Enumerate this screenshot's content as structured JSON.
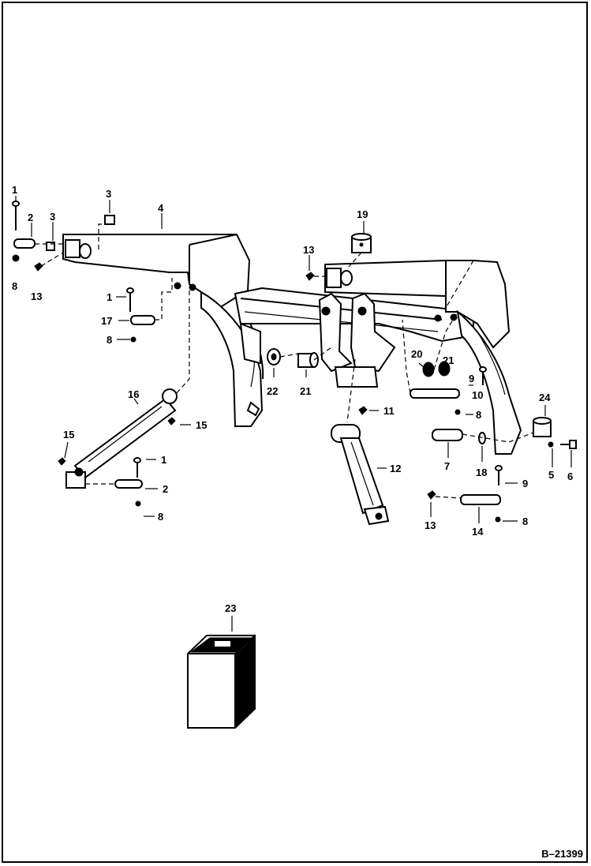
{
  "figure_ref": "B–21399",
  "watermark": "",
  "callouts": {
    "c1a": "1",
    "c2a": "2",
    "c3a": "3",
    "c3b": "3",
    "c4": "4",
    "c8a": "8",
    "c13a": "13",
    "c1b": "1",
    "c17": "17",
    "c8b": "8",
    "c19": "19",
    "c13b": "13",
    "c22": "22",
    "c21a": "21",
    "c20": "20",
    "c21b": "21",
    "c9a": "9",
    "c10": "10",
    "c8c": "8",
    "c24": "24",
    "c16": "16",
    "c15a": "15",
    "c15b": "15",
    "c11": "11",
    "c12": "12",
    "c1c": "1",
    "c2b": "2",
    "c8d": "8",
    "c7": "7",
    "c18": "18",
    "c5": "5",
    "c6": "6",
    "c9b": "9",
    "c13c": "13",
    "c14": "14",
    "c8e": "8",
    "c23": "23"
  }
}
